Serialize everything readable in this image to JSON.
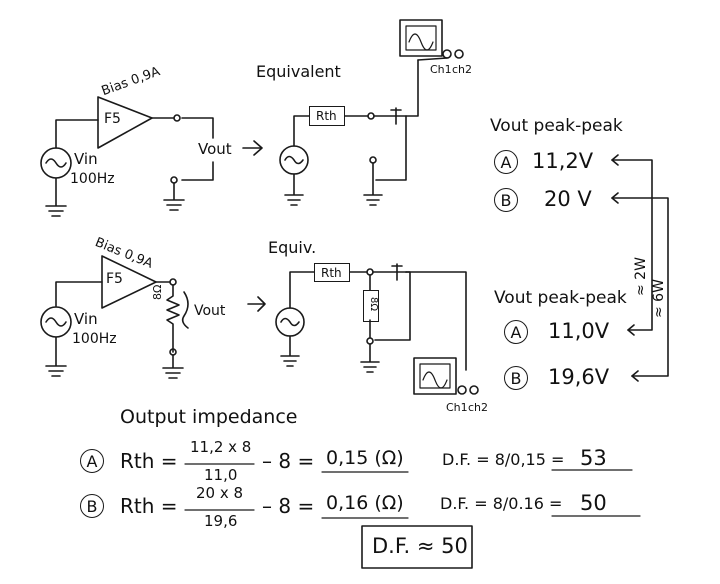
{
  "top": {
    "amp_label": "F5",
    "bias_label": "Bias 0,9A",
    "source_label": "Vin",
    "source_freq": "100Hz",
    "vout_label": "Vout",
    "equiv_title": "Equivalent",
    "rth_label": "Rth",
    "scope_ch1": "Ch1",
    "scope_ch2": "ch2"
  },
  "bottom": {
    "amp_label": "F5",
    "bias_label": "Bias 0,9A",
    "source_label": "Vin",
    "source_freq": "100Hz",
    "load_label": "8Ω",
    "vout_label": "Vout",
    "equiv_title": "Equiv.",
    "rth_label": "Rth",
    "load_equiv_label": "8Ω",
    "scope_ch1": "Ch1",
    "scope_ch2": "ch2"
  },
  "results_top": {
    "heading": "Vout peak-peak",
    "a_marker": "A",
    "a_value": "11,2V",
    "b_marker": "B",
    "b_value": "20 V"
  },
  "results_bottom": {
    "heading": "Vout peak-peak",
    "a_marker": "A",
    "a_value": "11,0V",
    "b_marker": "B",
    "b_value": "19,6V"
  },
  "power_labels": {
    "a": "≈ 2W",
    "b": "≈ 6W"
  },
  "impedance": {
    "heading": "Output impedance",
    "row_a": {
      "marker": "A",
      "lhs": "Rth =",
      "numerator": "11,2 x 8",
      "denominator": "11,0",
      "minus": "– 8 =",
      "result": "0,15 (Ω)",
      "df_label": "D.F. = 8/0,15 =",
      "df_value": "53"
    },
    "row_b": {
      "marker": "B",
      "lhs": "Rth =",
      "numerator": "20 x 8",
      "denominator": "19,6",
      "minus": "– 8 =",
      "result": "0,16 (Ω)",
      "df_label": "D.F. = 8/0.16 =",
      "df_value": "50"
    },
    "summary": "D.F. ≈ 50"
  }
}
